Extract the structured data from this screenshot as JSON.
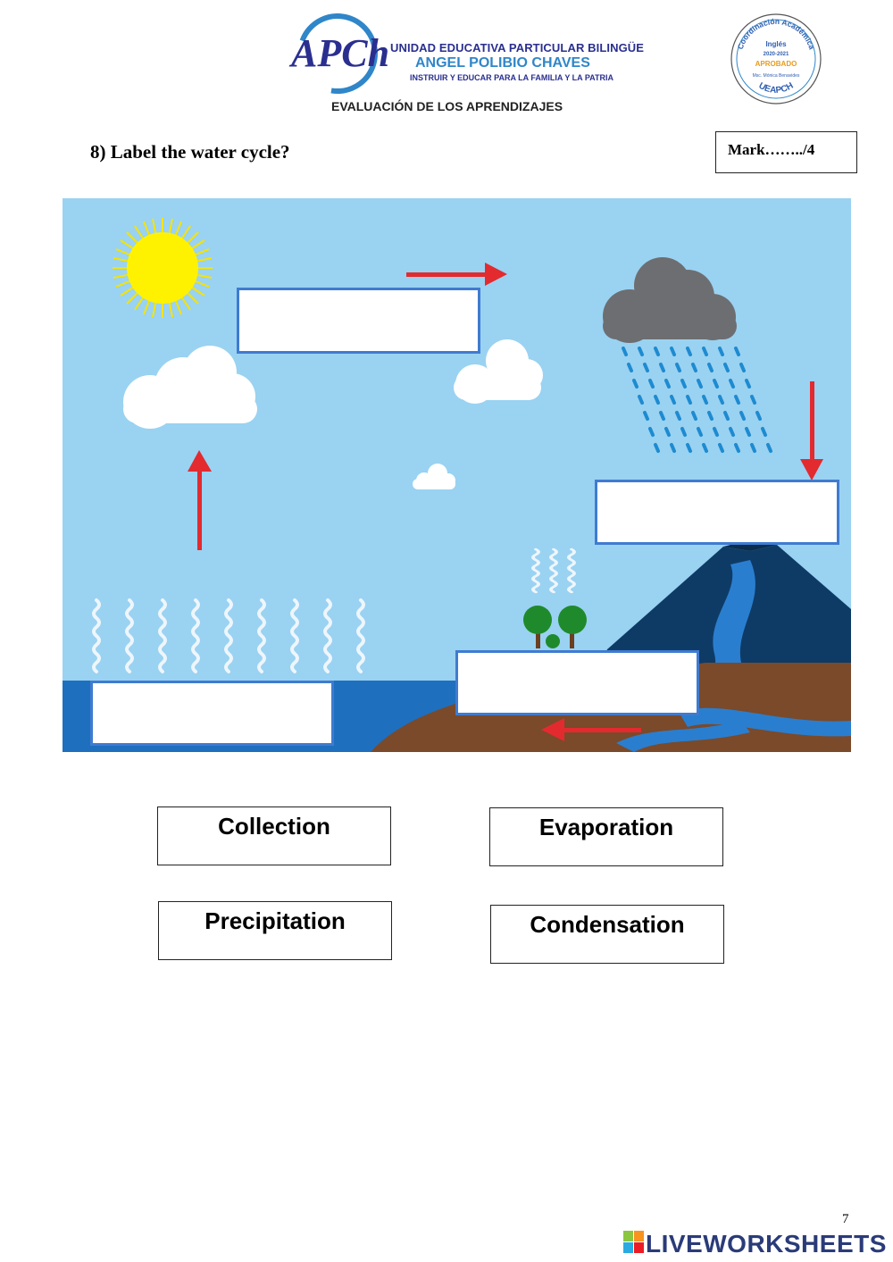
{
  "header": {
    "logo_text": "APCh",
    "school_line1": "UNIDAD EDUCATIVA PARTICULAR BILINGÜE",
    "school_line2": "ANGEL POLIBIO CHAVES",
    "school_line3": "INSTRUIR Y EDUCAR PARA LA FAMILIA Y LA PATRIA",
    "evaluation_title": "EVALUACIÓN DE LOS APRENDIZAJES"
  },
  "seal": {
    "top_text": "Coordinación Académica",
    "subject": "Inglés",
    "year": "2020-2021",
    "status": "APROBADO",
    "signer": "Msc. Mónica Benavides",
    "bottom_text": "UEAPCH"
  },
  "question": {
    "text": "8)  Label the water cycle?",
    "mark": "Mark……../4"
  },
  "word_bank": [
    {
      "label": "Collection"
    },
    {
      "label": "Evaporation"
    },
    {
      "label": "Precipitation"
    },
    {
      "label": "Condensation"
    }
  ],
  "footer": {
    "page_number": "7",
    "brand": "LIVEWORKSHEETS"
  },
  "colors": {
    "sky": "#9ad2f2",
    "sea": "#1f6fbf",
    "mountain": "#0e3b66",
    "land": "#7a4a2a",
    "arrow": "#e32a2f",
    "slot_border": "#3f7bd0"
  }
}
